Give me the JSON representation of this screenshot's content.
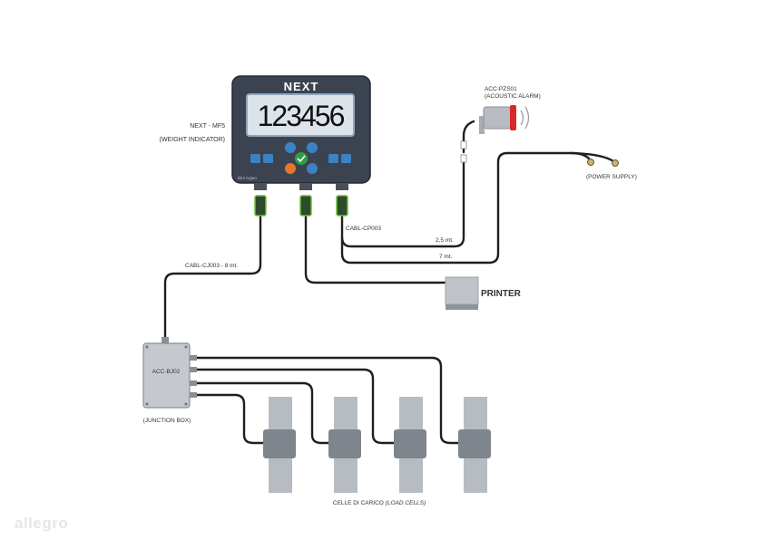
{
  "indicator": {
    "brand": "NEXT",
    "display": "123456",
    "model": "NEXT - MF5",
    "description": "(WEIGHT INDICATOR)",
    "brand_small": "Dini Argeo"
  },
  "alarm": {
    "code": "ACC-PZS01",
    "description": "(ACOUSTIC ALARM)"
  },
  "power_supply": {
    "label": "(POWER SUPPLY)"
  },
  "cables": {
    "cp003": "CABL-CP003",
    "cj003": "CABL-CJ003 - 8 mt.",
    "len_25": "2,5 mt.",
    "len_7": "7 mt."
  },
  "printer": {
    "label": "PRINTER"
  },
  "junction_box": {
    "code": "ACC-BJ02",
    "description": "(JUNCTION BOX)"
  },
  "load_cells": {
    "label_it": "CELLE DI CARICO ",
    "label_en": "(LOAD CELLS)"
  },
  "watermark": "allegro",
  "colors": {
    "device_body": "#3b4250",
    "display_bg": "#dde3ea",
    "key_blue": "#3b82c4",
    "key_green": "#2f9e44",
    "key_orange": "#e8752c",
    "cable": "#1f1f1f",
    "gray_box": "#bfc3c8",
    "alarm_red": "#d62828"
  }
}
